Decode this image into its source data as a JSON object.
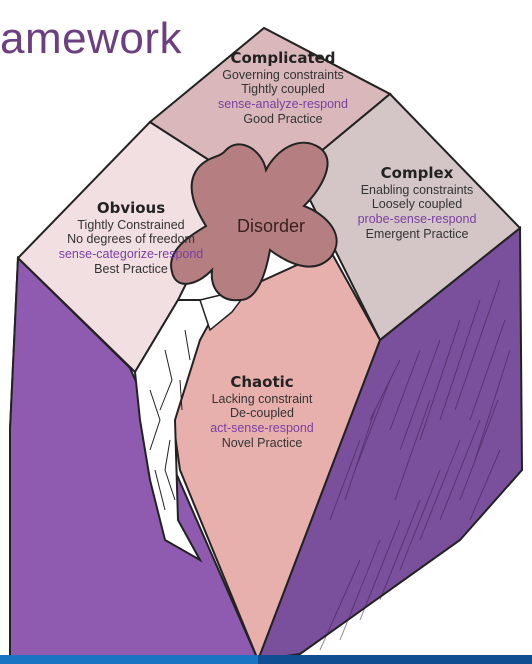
{
  "title": "amework",
  "domains": {
    "complicated": {
      "name": "Complicated",
      "lines": [
        "Governing constraints",
        "Tightly coupled",
        "sense-analyze-respond",
        "Good Practice"
      ]
    },
    "complex": {
      "name": "Complex",
      "lines": [
        "Enabling constraints",
        "Loosely coupled",
        "probe-sense-respond",
        "Emergent Practice"
      ]
    },
    "obvious": {
      "name": "Obvious",
      "lines": [
        "Tightly Constrained",
        "No degrees of freedom",
        "sense-categorize-respond",
        "Best Practice"
      ]
    },
    "chaotic": {
      "name": "Chaotic",
      "lines": [
        "Lacking constraint",
        "De-coupled",
        "act-sense-respond",
        "Novel Practice"
      ]
    },
    "disorder": "Disorder"
  },
  "colors": {
    "title": "#6b3f80",
    "complicated_face": "#d9b7bb",
    "complex_face": "#d4c6c6",
    "obvious_face": "#f1dfe1",
    "chaotic_face": "#e8b0ad",
    "disorder_fill": "#b57f82",
    "purple_side": "#8e5bb0",
    "cliff_white": "#ffffff",
    "method_text": "#7a3fa0",
    "bottom_bar": "#1a74c4"
  }
}
